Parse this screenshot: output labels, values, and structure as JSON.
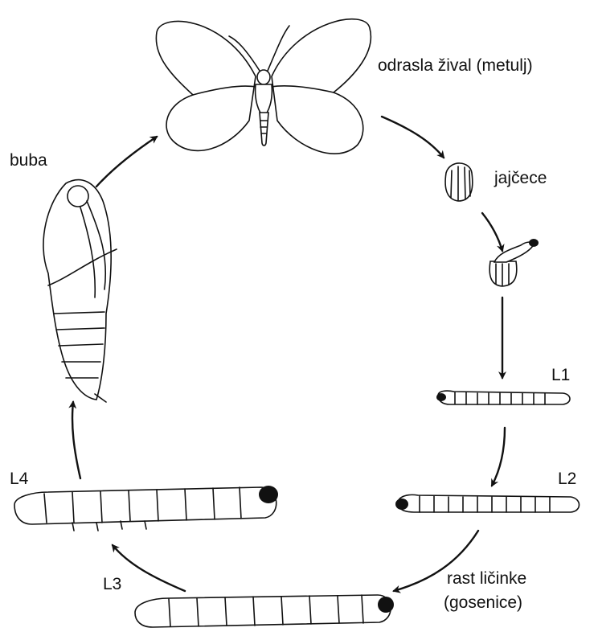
{
  "labels": {
    "adult": "odrasla žival (metulj)",
    "egg": "jajčece",
    "pupa": "buba",
    "l1": "L1",
    "l2": "L2",
    "l3": "L3",
    "l4": "L4",
    "growth_line1": "rast ličinke",
    "growth_line2": "(gosenice)"
  },
  "icons": [
    "butterfly-icon",
    "egg-icon",
    "hatching-larva-icon",
    "pupa-icon",
    "caterpillar-icon"
  ]
}
